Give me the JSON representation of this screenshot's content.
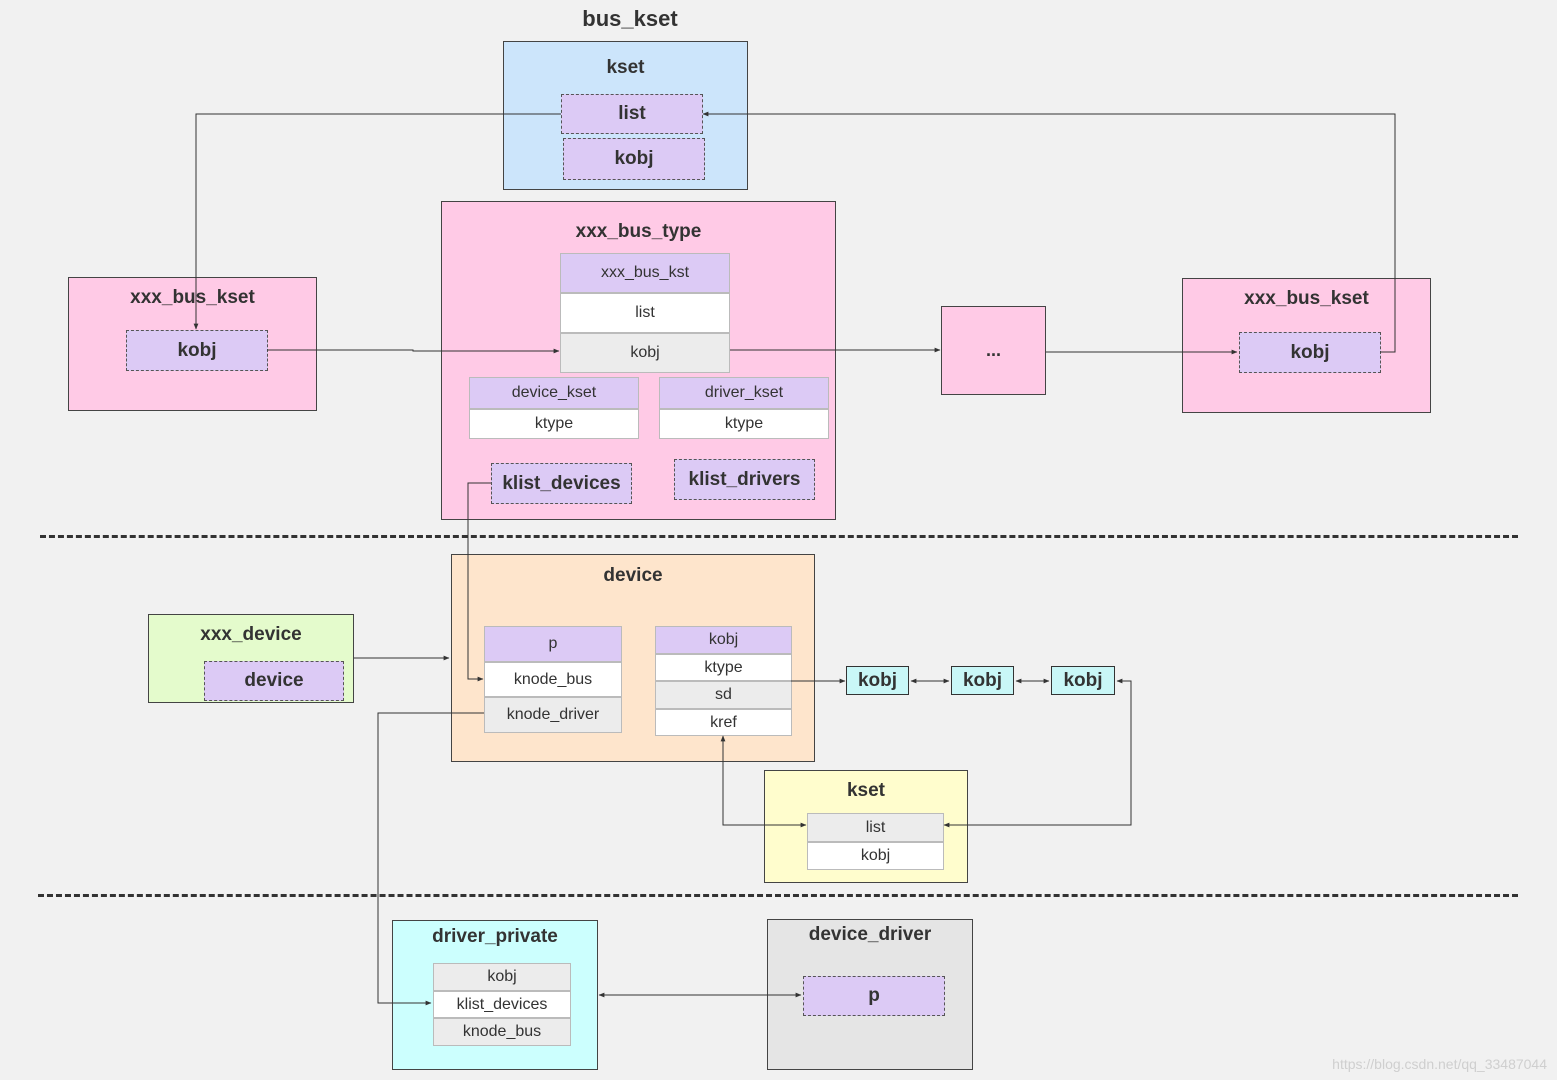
{
  "title": "bus_kset",
  "top_kset": {
    "title": "kset",
    "list": "list",
    "kobj": "kobj"
  },
  "bus_type": {
    "title": "xxx_bus_type",
    "kst": "xxx_bus_kst",
    "list": "list",
    "kobj": "kobj",
    "device_kset": "device_kset",
    "device_ktype": "ktype",
    "driver_kset": "driver_kset",
    "driver_ktype": "ktype",
    "klist_devices": "klist_devices",
    "klist_drivers": "klist_drivers"
  },
  "left_bus_kset": {
    "title": "xxx_bus_kset",
    "kobj": "kobj"
  },
  "right_bus_kset": {
    "title": "xxx_bus_kset",
    "kobj": "kobj"
  },
  "ellipsis": "...",
  "device": {
    "title": "device",
    "p": "p",
    "knode_bus": "knode_bus",
    "knode_driver": "knode_driver",
    "kobj": "kobj",
    "ktype": "ktype",
    "sd": "sd",
    "kref": "kref"
  },
  "xxx_device": {
    "title": "xxx_device",
    "device": "device"
  },
  "kobj_chain": [
    "kobj",
    "kobj",
    "kobj"
  ],
  "device_kset": {
    "title": "kset",
    "list": "list",
    "kobj": "kobj"
  },
  "driver_private": {
    "title": "driver_private",
    "kobj": "kobj",
    "klist_devices": "klist_devices",
    "knode_bus": "knode_bus"
  },
  "device_driver": {
    "title": "device_driver",
    "p": "p"
  },
  "watermark": "https://blog.csdn.net/qq_33487044",
  "colors": {
    "kset_blue": "#cce5fb",
    "bus_pink": "#ffcae6",
    "device_orange": "#fee5cc",
    "xxx_device_green": "#e4fbcc",
    "kset_yellow": "#fffdcd",
    "driver_private_cyan": "#ccfffe",
    "device_driver_grey": "#e5e5e5",
    "field_purple": "#dccaf5",
    "kobj_cyan": "#c9f7f7"
  }
}
